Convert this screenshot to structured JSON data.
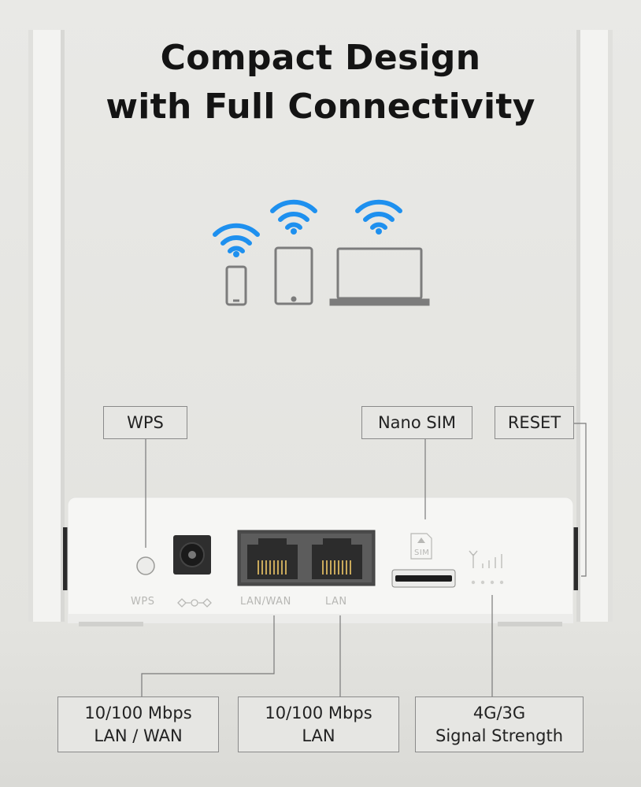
{
  "heading": {
    "line1": "Compact Design",
    "line2": "with Full Connectivity"
  },
  "device_icons": [
    "wifi-icon",
    "phone-icon",
    "tablet-icon",
    "laptop-icon"
  ],
  "callouts": {
    "wps": "WPS",
    "nano_sim": "Nano SIM",
    "reset": "RESET",
    "lan_wan": "10/100 Mbps\nLAN / WAN",
    "lan": "10/100 Mbps\nLAN",
    "signal": "4G/3G\nSignal Strength"
  },
  "port_labels": {
    "wps": "WPS",
    "lan_wan": "LAN/WAN",
    "lan": "LAN",
    "sim": "SIM"
  },
  "colors": {
    "wifi": "#1e90ef",
    "router": "#f4f4f2",
    "text": "#141414"
  }
}
